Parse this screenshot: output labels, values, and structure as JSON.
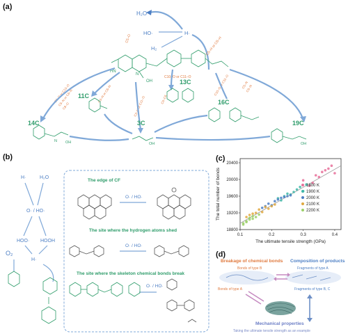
{
  "figure": {
    "panel_a_label": "(a)",
    "panel_b_label": "(b)",
    "panel_c_label": "(c)",
    "panel_d_label": "(d)"
  },
  "panel_a": {
    "species": {
      "h2o": "H₂O",
      "ho": "HO·",
      "h_rad": "H·",
      "h2": "H₂",
      "c14": "14C",
      "c11": "11C",
      "c13": "13C",
      "c16": "16C",
      "c19": "19C",
      "c3": "3C"
    },
    "bond_labels": {
      "cs_o": "C5–O",
      "cs_h": "C5–H or C6–H",
      "c10": "C10–O or C11–O",
      "c5_c6": "C5–C6",
      "left_1": "C7–O or C13–O",
      "left_2": "C5–N or C6–N",
      "left_3": "C8–O",
      "mid_1": "C3–N or C6–N",
      "mid_2": "C2–N or C11–O",
      "right_1": "C10–O or C11–O",
      "right_2": "C5–N",
      "right_3": "C9–N"
    },
    "atom_labels": {
      "hn": "HN",
      "oh": "OH",
      "n": "N"
    }
  },
  "panel_b": {
    "species": {
      "h_rad_1": "H·",
      "h2o": "H₂O",
      "o_ho": "O· / HO·",
      "hoo": "HOO·",
      "hooh": "HOOH",
      "h_rad_2": "H·",
      "o2": "O₂"
    },
    "box_titles": {
      "edge": "The edge of CF",
      "hydrogen": "The site where the hydrogen atoms shed",
      "skeleton": "The site where the skeleton chemical bonds break"
    },
    "arrow_label": "O· / HO·"
  },
  "panel_c": {
    "chart_data": {
      "type": "scatter",
      "xlabel": "The ultimate tensile strength (GPa)",
      "ylabel": "The total number of bonds",
      "xlim": [
        0.1,
        0.42
      ],
      "ylim": [
        18800,
        20500
      ],
      "x_ticks": [
        0.1,
        0.2,
        0.3,
        0.4
      ],
      "y_ticks": [
        18800,
        19200,
        19600,
        20000,
        20400
      ],
      "legend_position": "center-right",
      "trendline": {
        "x": [
          0.1,
          0.42
        ],
        "y": [
          18950,
          20330
        ]
      },
      "series": [
        {
          "name": "1800 K",
          "color": "#e8709a",
          "x": [
            0.3,
            0.34,
            0.36,
            0.38,
            0.33,
            0.35,
            0.39,
            0.37,
            0.32,
            0.4
          ],
          "y": [
            19980,
            20100,
            20180,
            20260,
            19920,
            20060,
            20330,
            20220,
            19850,
            20150
          ]
        },
        {
          "name": "1900 K",
          "color": "#3fb7a8",
          "x": [
            0.22,
            0.25,
            0.27,
            0.29,
            0.24,
            0.26,
            0.28,
            0.31,
            0.23,
            0.3
          ],
          "y": [
            19550,
            19660,
            19700,
            19820,
            19600,
            19640,
            19760,
            19880,
            19500,
            19720
          ]
        },
        {
          "name": "2000 K",
          "color": "#4d7fc4",
          "x": [
            0.17,
            0.19,
            0.21,
            0.23,
            0.2,
            0.18,
            0.22,
            0.24,
            0.25,
            0.26
          ],
          "y": [
            19320,
            19420,
            19480,
            19560,
            19380,
            19360,
            19520,
            19580,
            19600,
            19620
          ]
        },
        {
          "name": "2100 K",
          "color": "#e0a83f",
          "x": [
            0.13,
            0.15,
            0.16,
            0.18,
            0.17,
            0.14,
            0.19,
            0.2,
            0.21,
            0.12
          ],
          "y": [
            19150,
            19200,
            19280,
            19340,
            19220,
            19180,
            19300,
            19360,
            19400,
            19100
          ]
        },
        {
          "name": "2200 K",
          "color": "#9cd06a",
          "x": [
            0.11,
            0.12,
            0.13,
            0.14,
            0.15,
            0.16,
            0.12,
            0.14,
            0.13,
            0.11
          ],
          "y": [
            18950,
            19000,
            19080,
            19120,
            19100,
            19160,
            18980,
            19060,
            19040,
            18920
          ]
        }
      ]
    }
  },
  "panel_d": {
    "breakage_title": "Breakage of chemical bonds",
    "composition_title": "Composition of products",
    "bonds_b": "Bonds of type B",
    "bonds_a": "Bonds of type A",
    "fragments_a": "Fragments of type A",
    "fragments_bc": "Fragments of type B, C",
    "mech_title": "Mechanical properties",
    "mech_sub": "Taking the ultimate tensile strength as an example"
  }
}
